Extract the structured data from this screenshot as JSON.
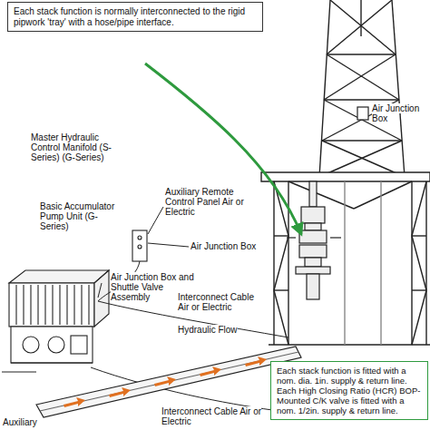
{
  "diagram": {
    "nodes": [
      {
        "text": [
          "Each stack function is normally interconnected to the rigid pipwork 'tray' with a hose/pipe interface."
        ]
      },
      {
        "text": [
          "Each stack function is fitted with a nom. dia. 1in. supply & return line. Each High Closing Ratio (HCR) BOP-Mounted C/K valve is fitted with a nom. 1/2in. supply & return line."
        ]
      }
    ],
    "labels": [
      "Master Hydraulic Control Manifold (S-Series) (G-Series)",
      "Basic Accumulator Pump Unit (G-Series)",
      "Auxiliary Remote Control Panel Air or Electric",
      "Air Junction Box",
      "Air Junction Box and Shuttle Valve Assembly",
      "Interconnect Cable Air or Electric",
      "Hydraulic Flow",
      "Interconnect Cable Air or Electric",
      "Auxiliary",
      "Air Junction Box"
    ]
  }
}
